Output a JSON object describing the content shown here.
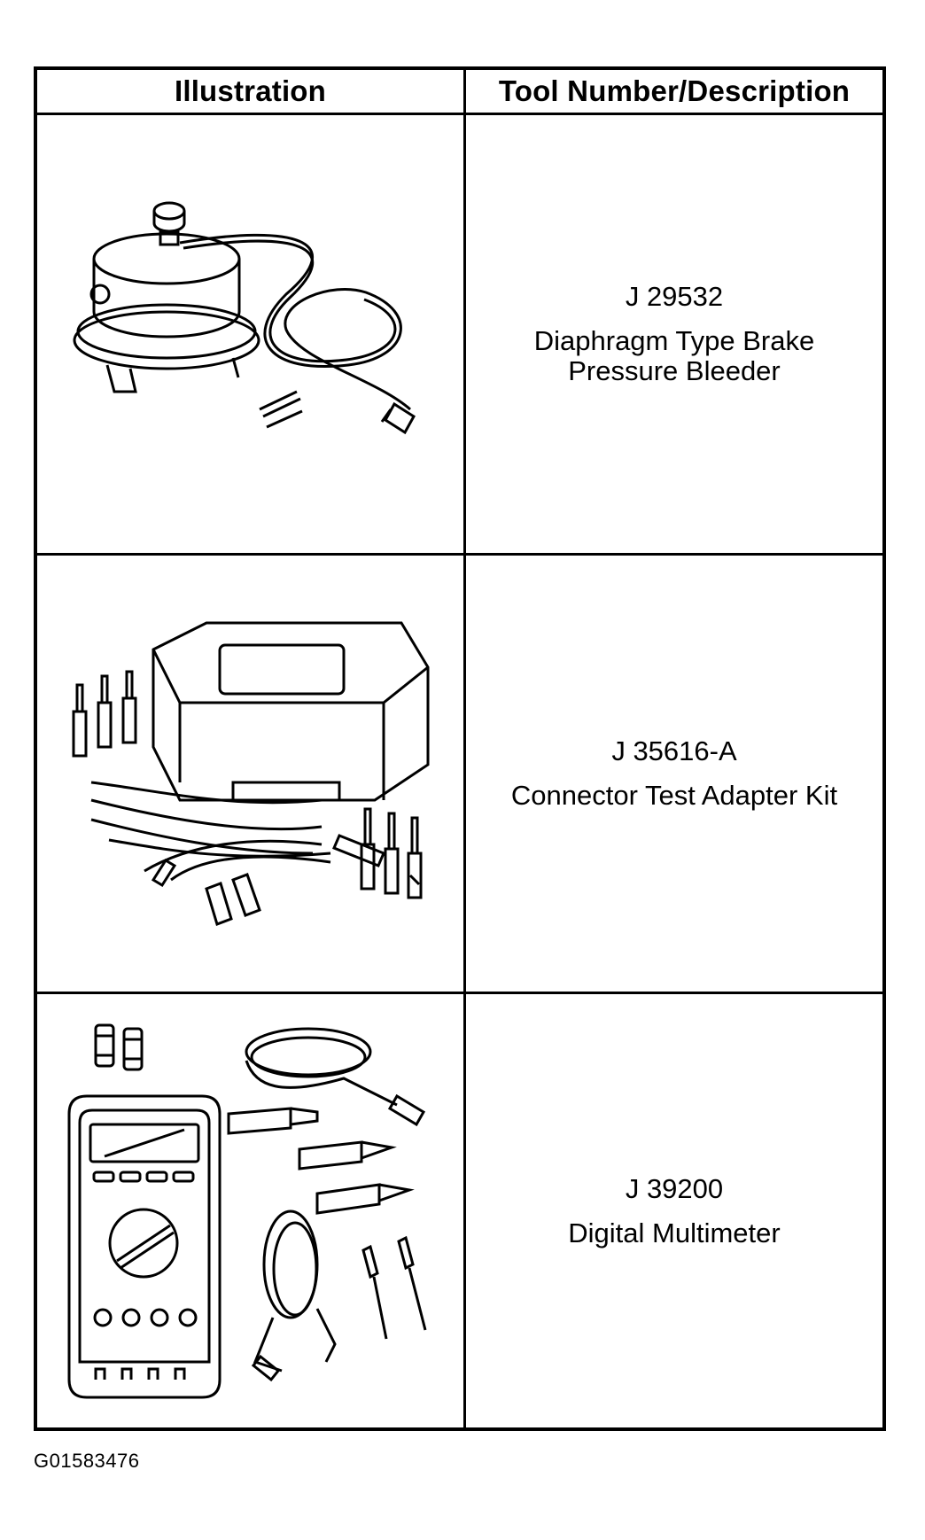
{
  "table": {
    "headers": {
      "illustration": "Illustration",
      "description": "Tool Number/Description"
    },
    "rows": [
      {
        "icon": "brake-pressure-bleeder-illustration",
        "tool_number": "J 29532",
        "description_lines": [
          "Diaphragm Type Brake",
          "Pressure Bleeder"
        ]
      },
      {
        "icon": "connector-test-adapter-kit-illustration",
        "tool_number": "J 35616-A",
        "description_lines": [
          "Connector Test Adapter Kit"
        ]
      },
      {
        "icon": "digital-multimeter-illustration",
        "tool_number": "J 39200",
        "description_lines": [
          "Digital Multimeter"
        ]
      }
    ]
  },
  "figure_code": "G01583476"
}
